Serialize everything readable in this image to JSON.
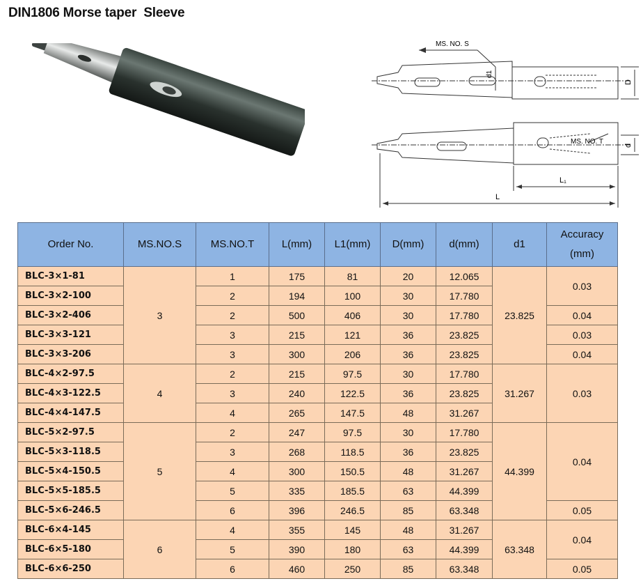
{
  "page": {
    "title": "DIN1806 Morse taper  Sleeve"
  },
  "diagram": {
    "labels": {
      "ms_no_s": "MS. NO. S",
      "ms_no_t": "MS. NO. T",
      "d1": "d1",
      "D": "D",
      "d": "d",
      "L1": "L₁",
      "L": "L"
    }
  },
  "table": {
    "headers": {
      "order": "Order No.",
      "ms_s": "MS.NO.S",
      "ms_t": "MS.NO.T",
      "L": "L(mm)",
      "L1": "L1(mm)",
      "D": "D(mm)",
      "d": "d(mm)",
      "d1": "d1",
      "accuracy_line1": "Accuracy",
      "accuracy_line2": "(mm)"
    },
    "rows": [
      {
        "order": "BLC-3×1-81",
        "t": "1",
        "L": "175",
        "L1": "81",
        "D": "20",
        "d": "12.065"
      },
      {
        "order": "BLC-3×2-100",
        "t": "2",
        "L": "194",
        "L1": "100",
        "D": "30",
        "d": "17.780"
      },
      {
        "order": "BLC-3×2-406",
        "t": "2",
        "L": "500",
        "L1": "406",
        "D": "30",
        "d": "17.780"
      },
      {
        "order": "BLC-3×3-121",
        "t": "3",
        "L": "215",
        "L1": "121",
        "D": "36",
        "d": "23.825"
      },
      {
        "order": "BLC-3×3-206",
        "t": "3",
        "L": "300",
        "L1": "206",
        "D": "36",
        "d": "23.825"
      },
      {
        "order": "BLC-4×2-97.5",
        "t": "2",
        "L": "215",
        "L1": "97.5",
        "D": "30",
        "d": "17.780"
      },
      {
        "order": "BLC-4×3-122.5",
        "t": "3",
        "L": "240",
        "L1": "122.5",
        "D": "36",
        "d": "23.825"
      },
      {
        "order": "BLC-4×4-147.5",
        "t": "4",
        "L": "265",
        "L1": "147.5",
        "D": "48",
        "d": "31.267"
      },
      {
        "order": "BLC-5×2-97.5",
        "t": "2",
        "L": "247",
        "L1": "97.5",
        "D": "30",
        "d": "17.780"
      },
      {
        "order": "BLC-5×3-118.5",
        "t": "3",
        "L": "268",
        "L1": "118.5",
        "D": "36",
        "d": "23.825"
      },
      {
        "order": "BLC-5×4-150.5",
        "t": "4",
        "L": "300",
        "L1": "150.5",
        "D": "48",
        "d": "31.267"
      },
      {
        "order": "BLC-5×5-185.5",
        "t": "5",
        "L": "335",
        "L1": "185.5",
        "D": "63",
        "d": "44.399"
      },
      {
        "order": "BLC-5×6-246.5",
        "t": "6",
        "L": "396",
        "L1": "246.5",
        "D": "85",
        "d": "63.348"
      },
      {
        "order": "BLC-6×4-145",
        "t": "4",
        "L": "355",
        "L1": "145",
        "D": "48",
        "d": "31.267"
      },
      {
        "order": "BLC-6×5-180",
        "t": "5",
        "L": "390",
        "L1": "180",
        "D": "63",
        "d": "44.399"
      },
      {
        "order": "BLC-6×6-250",
        "t": "6",
        "L": "460",
        "L1": "250",
        "D": "85",
        "d": "63.348"
      }
    ],
    "ms_s_groups": [
      "3",
      "4",
      "5",
      "6"
    ],
    "d1_groups": [
      "23.825",
      "31.267",
      "44.399",
      "63.348"
    ],
    "accuracy_groups": [
      "0.03",
      "0.04",
      "0.03",
      "0.04",
      "0.03",
      "0.04",
      "0.05",
      "0.04",
      "0.05"
    ]
  }
}
